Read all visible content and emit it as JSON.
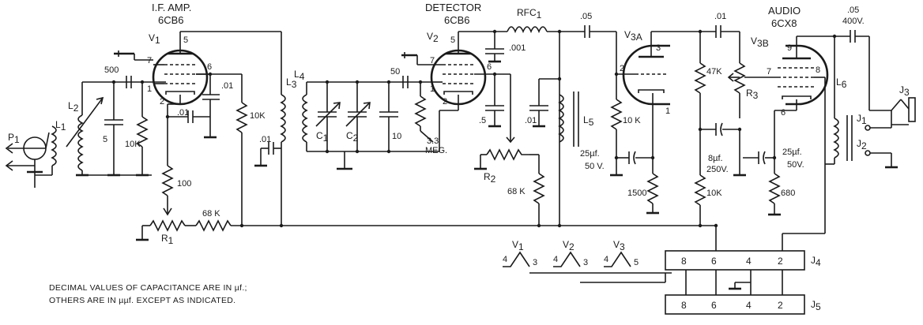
{
  "stages": {
    "if_amp": "I.F. AMP.",
    "if_tube": "6CB6",
    "detector": "DETECTOR",
    "det_tube": "6CB6",
    "audio": "AUDIO",
    "audio_tube": "6CX8"
  },
  "refs": {
    "p1": "P",
    "p1_sub": "1",
    "l1": "L",
    "l1_sub": "1",
    "l2": "L",
    "l2_sub": "2",
    "l3": "L",
    "l3_sub": "3",
    "l4": "L",
    "l4_sub": "4",
    "l5": "L",
    "l5_sub": "5",
    "l6": "L",
    "l6_sub": "6",
    "v1": "V",
    "v1_sub": "1",
    "v2": "V",
    "v2_sub": "2",
    "v3a": "V",
    "v3a_sub": "3A",
    "v3b": "V",
    "v3b_sub": "3B",
    "c1": "C",
    "c1_sub": "1",
    "c2": "C",
    "c2_sub": "2",
    "r1": "R",
    "r1_sub": "1",
    "r2": "R",
    "r2_sub": "2",
    "r3": "R",
    "r3_sub": "3",
    "rfc": "RFC",
    "rfc_sub": "1",
    "j1": "J",
    "j1_sub": "1",
    "j2": "J",
    "j2_sub": "2",
    "j3": "J",
    "j3_sub": "3",
    "j4": "J",
    "j4_sub": "4",
    "j5": "J",
    "j5_sub": "5"
  },
  "values": {
    "c500": "500",
    "c5": "5",
    "r10k_a": "10K",
    "c01_a": ".01",
    "c01_b": ".01",
    "r10k_b": "10K",
    "c01_c": ".01",
    "r100": "100",
    "r68k_a": "68 K",
    "c50": "50",
    "c10": "10",
    "r33meg": "3.3",
    "meg": "MEG.",
    "c001": ".001",
    "c05_a": ".05",
    "c5_det": ".5",
    "c01_d": ".01",
    "r68k_b": "68 K",
    "r10k_c": "10 K",
    "c25a_val": "25µf.",
    "c25a_v": "50 V.",
    "r1500": "1500",
    "c01_e": ".01",
    "r47k": "47K",
    "c8_val": "8µf.",
    "c8_v": "250V.",
    "r10k_d": "10K",
    "c25b_val": "25µf.",
    "c25b_v": "50V.",
    "r680": "680",
    "c05_b": ".05",
    "c05_b_v": "400V."
  },
  "pins": {
    "v1_5": "5",
    "v1_7": "7",
    "v1_6": "6",
    "v1_1": "1",
    "v1_2": "2",
    "v2_5": "5",
    "v2_7": "7",
    "v2_6": "6",
    "v2_1": "1",
    "v2_2": "2",
    "v3a_3": "3",
    "v3a_2": "2",
    "v3a_1": "1",
    "v3b_9": "9",
    "v3b_7": "7",
    "v3b_8": "8",
    "v3b_6": "6"
  },
  "heaters": [
    {
      "tube": "V",
      "sub": "1",
      "left": "4",
      "right": "3"
    },
    {
      "tube": "V",
      "sub": "2",
      "left": "4",
      "right": "3"
    },
    {
      "tube": "V",
      "sub": "3",
      "left": "4",
      "right": "5"
    }
  ],
  "connector_pins": [
    "8",
    "6",
    "4",
    "2"
  ],
  "note": {
    "line1": "DECIMAL VALUES OF CAPACITANCE ARE IN µf.;",
    "line2": "OTHERS ARE IN µµf. EXCEPT AS INDICATED."
  }
}
